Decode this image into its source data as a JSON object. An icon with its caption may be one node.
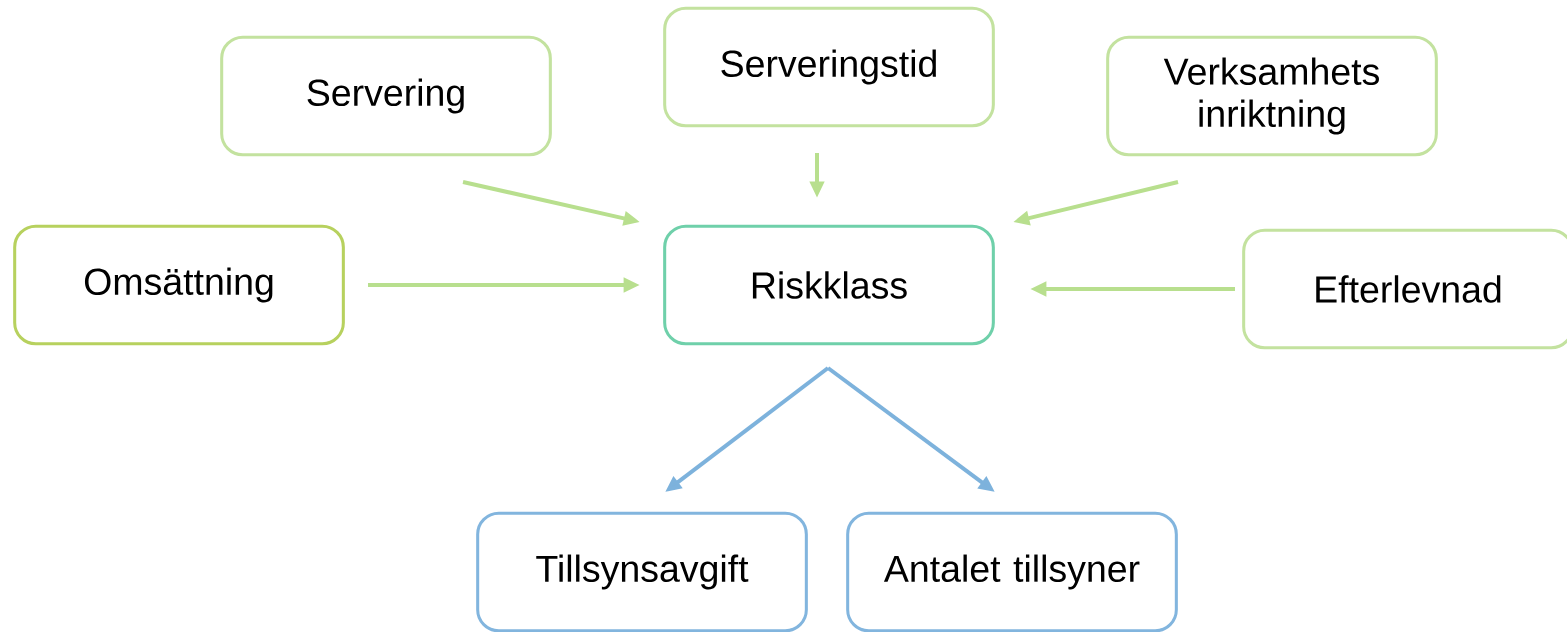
{
  "diagram": {
    "nodes": [
      {
        "text": [
          "Servering"
        ]
      },
      {
        "text": [
          "Serveringstid"
        ]
      },
      {
        "text": [
          "Verksamhets inriktning"
        ]
      },
      {
        "text": [
          "Omsättning"
        ]
      },
      {
        "text": [
          "Riskklass"
        ]
      },
      {
        "text": [
          "Efterlevnad"
        ]
      },
      {
        "text": [
          "Tillsynsavgift"
        ]
      },
      {
        "text": [
          "Antalet tillsyner"
        ]
      }
    ],
    "edges": [
      {
        "from": 0,
        "to": 4,
        "arrow": "to"
      },
      {
        "from": 1,
        "to": 4,
        "arrow": "to"
      },
      {
        "from": 2,
        "to": 4,
        "arrow": "to"
      },
      {
        "from": 3,
        "to": 4,
        "arrow": "to"
      },
      {
        "from": 5,
        "to": 4,
        "arrow": "to"
      },
      {
        "from": 4,
        "to": 6,
        "arrow": "to",
        "color": "#7db2dc"
      },
      {
        "from": 4,
        "to": 7,
        "arrow": "to",
        "color": "#7db2dc"
      }
    ]
  }
}
